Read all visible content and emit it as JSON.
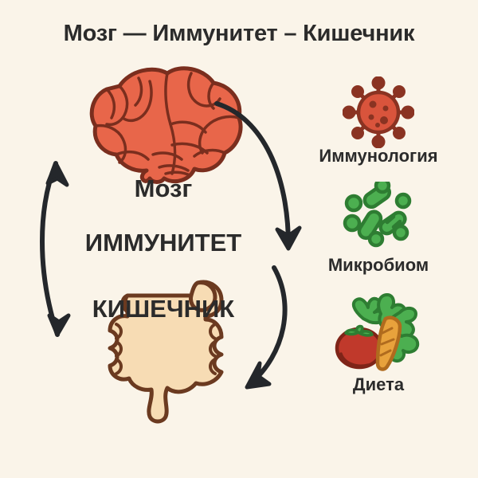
{
  "page": {
    "title": "Мозг — Иммунитет – Кишечник",
    "background_color": "#faf4e9",
    "text_color": "#2b2b2b"
  },
  "center_column": {
    "brain": {
      "label": "Мозг",
      "icon": "brain-icon",
      "fill_color": "#e8664a",
      "outline_color": "#7a2e1e"
    },
    "immunity": {
      "label": "ИММУНИТЕТ"
    },
    "gut": {
      "label": "КИШЕЧНИК",
      "icon": "intestine-icon",
      "fill_color": "#f5d6ae",
      "inner_color": "#e8a287",
      "outline_color": "#6b3a20"
    }
  },
  "side_column": [
    {
      "label": "Иммунология",
      "icon": "virus-icon",
      "fill_color": "#d9543c",
      "outline_color": "#8a3322"
    },
    {
      "label": "Микробиом",
      "icon": "bacteria-icon",
      "fill_color": "#4caf50",
      "outline_color": "#2e7d32"
    },
    {
      "label": "Диета",
      "icon": "vegetables-icon",
      "tomato_color": "#c0392b",
      "carrot_color": "#e8a23c",
      "leaf_color": "#4caf50"
    }
  ],
  "arrows": {
    "left_arrow": "double-headed-curved-arrow",
    "top_right_arrow": "curved-arrow-down",
    "bottom_right_arrow": "curved-arrow-down",
    "color": "#24272b"
  }
}
